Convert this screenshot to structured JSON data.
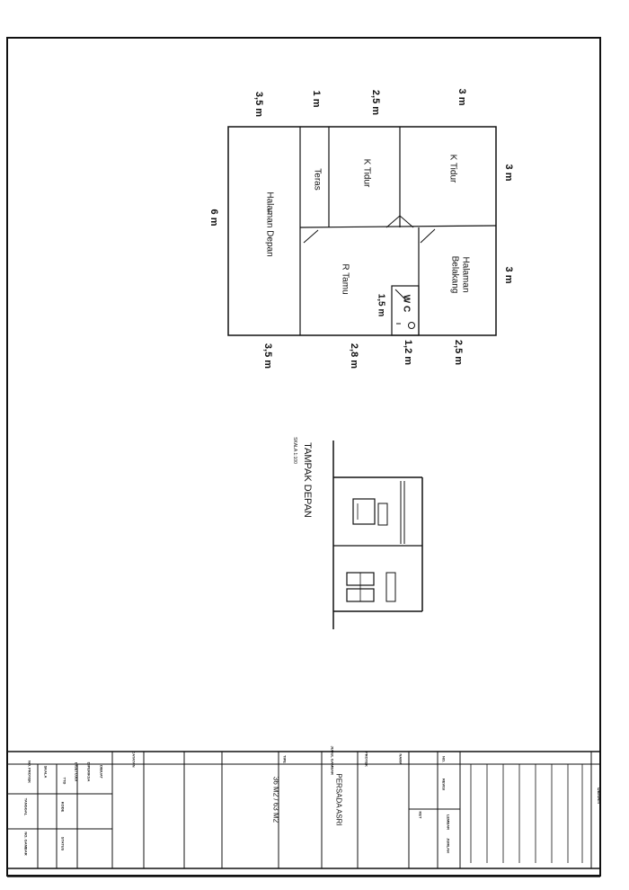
{
  "floor_plan": {
    "rooms": {
      "k_tidur_1": "K Tidur",
      "k_tidur_2": "K Tidur",
      "teras": "Teras",
      "halaman_depan": "Halaman Depan",
      "r_tamu": "R Tamu",
      "halaman_belakang_line1": "Halaman",
      "halaman_belakang_line2": "Belakang",
      "wc": "W C"
    },
    "dims_top": [
      "3 m",
      "2,5 m",
      "1 m",
      "3,5 m"
    ],
    "dims_bottom": [
      "2,5 m",
      "1,2 m",
      "2,8 m",
      "3,5 m"
    ],
    "dim_left": "6 m",
    "dim_right_upper": "3 m",
    "dim_right_lower": "3 m",
    "dim_wc": "1,5 m"
  },
  "elevation": {
    "title": "TAMPAK DEPAN",
    "scale": "SKALA 1:100"
  },
  "title_block": {
    "area": "36 M2 / 63 M2",
    "owner": "PERSADA ASRI",
    "drawing": "DENAH",
    "label_proyek": "PROYEK",
    "label_tipe": "TIPE",
    "label_judul": "JUDUL GAMBAR",
    "label_no": "NO.",
    "label_revisi": "REVISI",
    "label_lembar": "LEMBAR",
    "label_jumlah": "JUMLAH",
    "label_dibuat": "DIBUAT",
    "label_diperiksa": "DIPERIKSA",
    "label_disetujui": "DISETUJUI",
    "label_skala": "SKALA",
    "label_no_proyek": "NO. PROYEK",
    "label_no_gambar": "NO. GAMBAR",
    "label_kode": "KODE",
    "label_tanggal": "TANGGAL",
    "label_status": "STATUS",
    "label_ttd": "TTD",
    "label_nama": "NAMA",
    "label_ket": "KET",
    "label_catatan": "CATATAN"
  }
}
